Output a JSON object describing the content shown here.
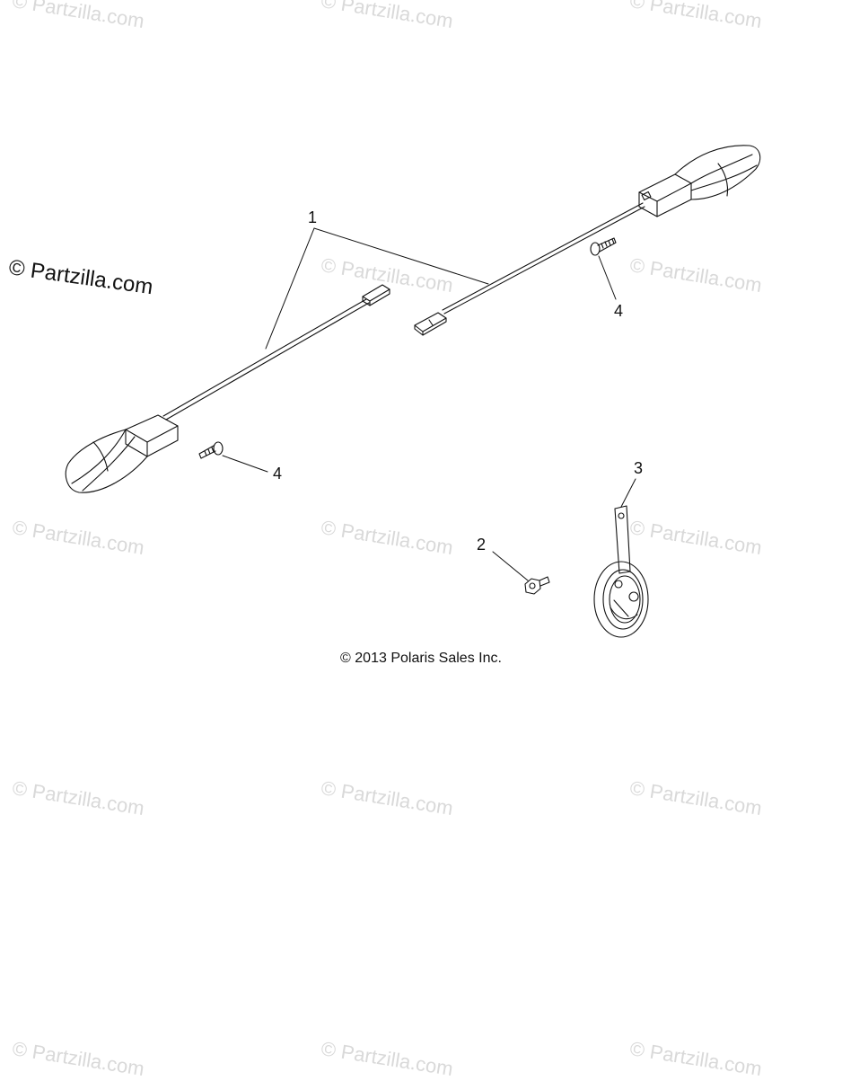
{
  "watermark_text": "© Partzilla.com",
  "watermark_prominent": "© Partzilla.com",
  "copyright": "© 2013 Polaris Sales Inc.",
  "callouts": {
    "part_1": "1",
    "part_2": "2",
    "part_3": "3",
    "part_4_right": "4",
    "part_4_left": "4"
  },
  "colors": {
    "line": "#111111",
    "watermark": "#d9d9d9",
    "background": "#ffffff"
  }
}
